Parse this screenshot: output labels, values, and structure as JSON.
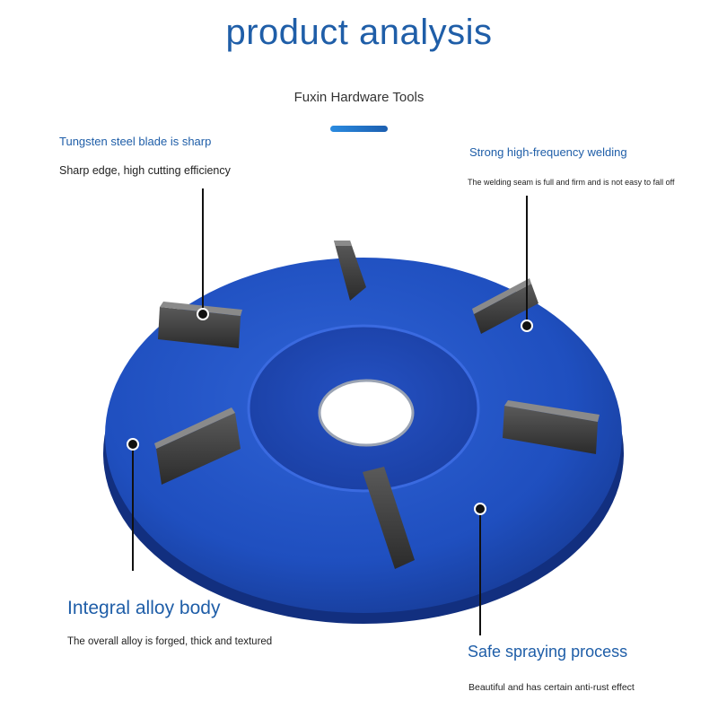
{
  "header": {
    "title": "product analysis",
    "subtitle": "Fuxin Hardware Tools"
  },
  "features": [
    {
      "title": "Tungsten steel blade is sharp",
      "description": "Sharp edge, high cutting efficiency"
    },
    {
      "title": "Strong high-frequency welding",
      "description": "The welding seam is full and firm and is not easy to fall off"
    },
    {
      "title": "Integral alloy body",
      "description": "The overall alloy is forged, thick and textured"
    },
    {
      "title": "Safe spraying process",
      "description": "Beautiful and has certain anti-rust effect"
    }
  ],
  "colors": {
    "accent": "#1f5ea8",
    "disc": "#1e4bb4",
    "blade": "#3a3a3a"
  }
}
